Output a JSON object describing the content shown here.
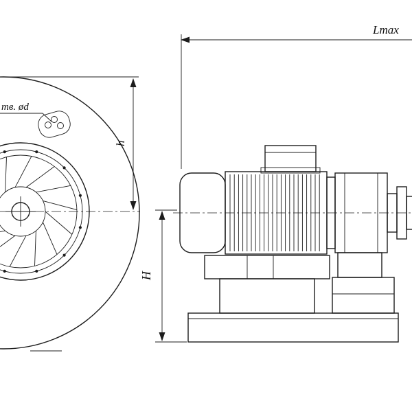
{
  "drawing": {
    "subject": "centrifugal-fan-technical-drawing-two-views",
    "background": "#ffffff",
    "line_color": "#1c1c1c",
    "dimensions": {
      "lmax_label": "Lmax",
      "front_height_label": "h",
      "overall_height_label": "H",
      "holes_note": "тв. ød"
    }
  }
}
